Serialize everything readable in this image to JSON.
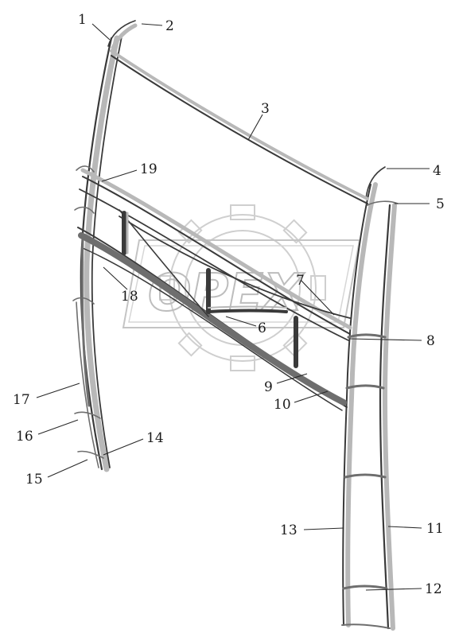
{
  "watermark": {
    "text": "OPEX"
  },
  "callouts": [
    {
      "id": "c1",
      "text": "1"
    },
    {
      "id": "c2",
      "text": "2"
    },
    {
      "id": "c3",
      "text": "3"
    },
    {
      "id": "c4",
      "text": "4"
    },
    {
      "id": "c5",
      "text": "5"
    },
    {
      "id": "c6",
      "text": "6"
    },
    {
      "id": "c7",
      "text": "7"
    },
    {
      "id": "c8",
      "text": "8"
    },
    {
      "id": "c9",
      "text": "9"
    },
    {
      "id": "c10",
      "text": "10"
    },
    {
      "id": "c11",
      "text": "11"
    },
    {
      "id": "c12",
      "text": "12"
    },
    {
      "id": "c13",
      "text": "13"
    },
    {
      "id": "c14",
      "text": "14"
    },
    {
      "id": "c15",
      "text": "15"
    },
    {
      "id": "c16",
      "text": "16"
    },
    {
      "id": "c17",
      "text": "17"
    },
    {
      "id": "c18",
      "text": "18"
    },
    {
      "id": "c19",
      "text": "19"
    }
  ]
}
